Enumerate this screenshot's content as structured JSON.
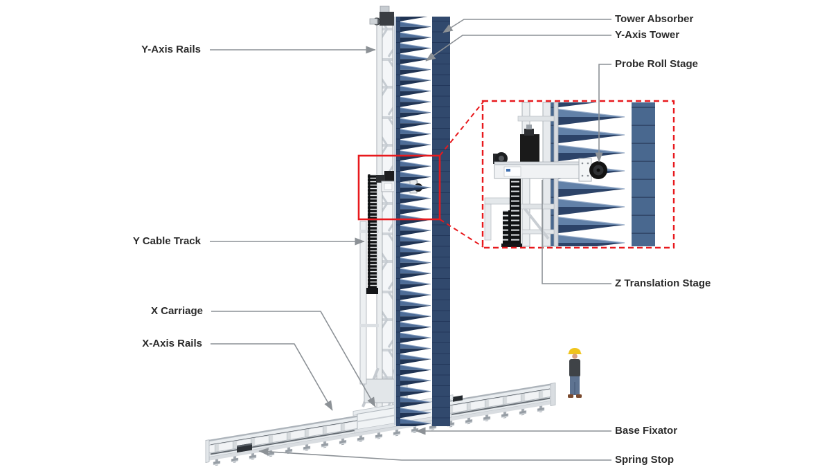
{
  "diagram": {
    "type": "labeled-illustration",
    "subject": "Gantry scanner tower with pyramidal absorber, X-Y positioner rails and probe stages, with magnified detail inset of the probe region"
  },
  "labels": {
    "tower_absorber": "Tower Absorber",
    "y_axis_tower": "Y-Axis Tower",
    "y_axis_rails": "Y-Axis Rails",
    "probe_roll_stage": "Probe Roll Stage",
    "y_cable_track": "Y Cable Track",
    "x_carriage": "X Carriage",
    "x_axis_rails": "X-Axis Rails",
    "z_translation_stage": "Z Translation Stage",
    "base_fixator": "Base Fixator",
    "spring_stop": "Spring Stop"
  },
  "colors": {
    "accent_red": "#e8191d",
    "leader_gray": "#8c9196",
    "label_text": "#2b2b2b",
    "absorber_dark": "#203454",
    "absorber_mid": "#47668f",
    "absorber_highlight": "#8ba3c4",
    "structure_light": "#eef1f3",
    "chain_black": "#101214",
    "helmet_yellow": "#f0c41c"
  }
}
